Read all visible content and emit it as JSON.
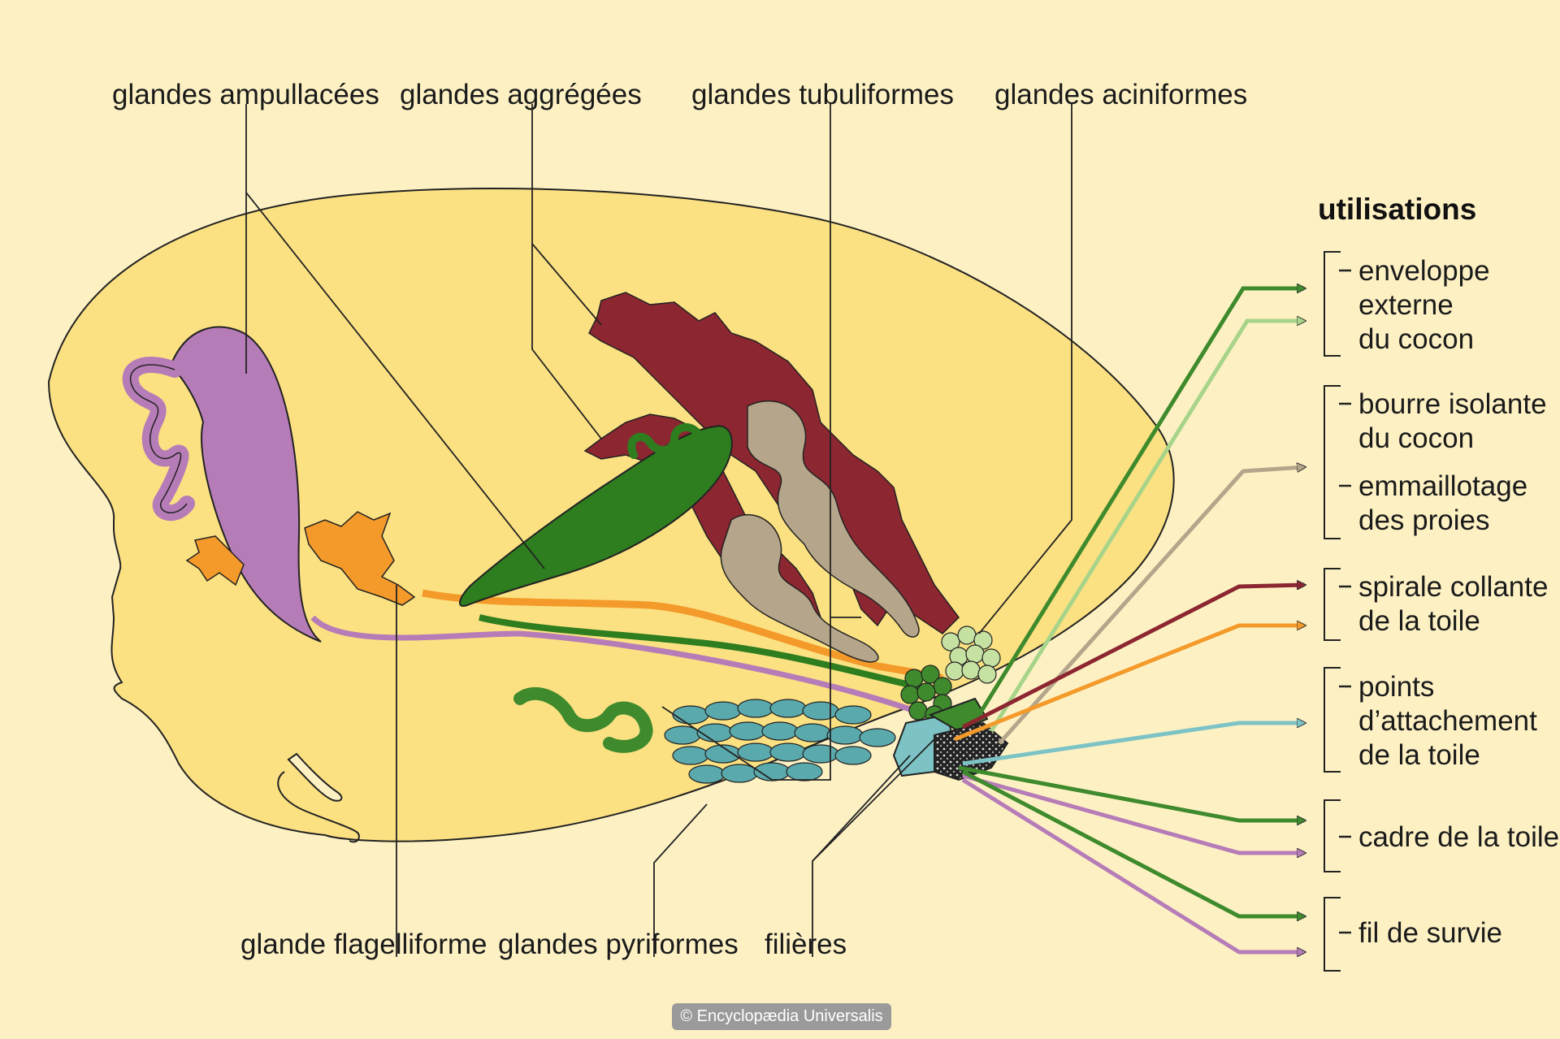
{
  "labels": {
    "ampullacees": "glandes ampullacées",
    "aggregees": "glandes aggrégées",
    "tubuliformes": "glandes tubuliformes",
    "aciniformes": "glandes aciniformes",
    "flagelliforme": "glande flagelliforme",
    "pyriformes": "glandes pyriformes",
    "filieres": "filières"
  },
  "utilisations": {
    "title": "utilisations",
    "items": [
      [
        "enveloppe",
        "externe",
        "du cocon"
      ],
      [
        "bourre isolante",
        "du cocon"
      ],
      [
        "emmaillotage",
        "des proies"
      ],
      [
        "spirale collante",
        "de la toile"
      ],
      [
        "points",
        "d’attachement",
        "de la toile"
      ],
      [
        "cadre de la toile"
      ],
      [
        "fil de survie"
      ]
    ]
  },
  "credit": "© Encyclopædia Universalis",
  "colors": {
    "background": "#fdf1c4",
    "abdomen": "#fbe182",
    "ampullate": "#b67cb7",
    "flagelliform": "#f39a2a",
    "aggregate": "#8c2630",
    "tubuliform": "#b5a58a",
    "aciniform": "#2e7d1f",
    "aciniform_light": "#c6e2a3",
    "pyriform": "#5aa9ad",
    "arrow_dark_green": "#3e8a2c",
    "arrow_light_green": "#a8d48a",
    "arrow_beige": "#b5a58a",
    "arrow_red": "#8c2630",
    "arrow_orange": "#f39a2a",
    "arrow_teal": "#7dc3c6",
    "arrow_purple": "#b67cb7"
  }
}
